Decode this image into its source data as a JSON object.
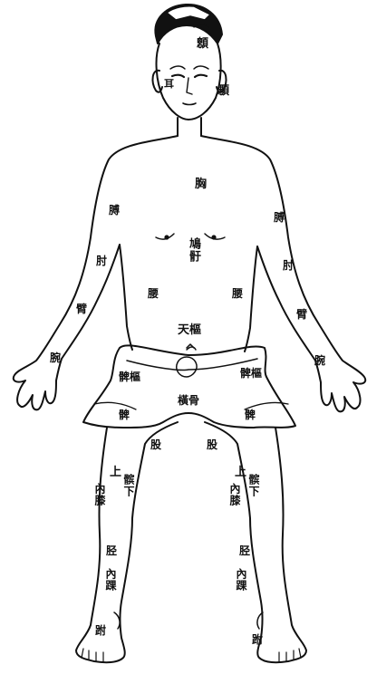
{
  "diagram": {
    "labels": {
      "forehead": "顖",
      "ear": "耳",
      "cheek": "顋",
      "chest": "胸",
      "left_upper_arm": "膊",
      "right_upper_arm": "膊",
      "left_elbow": "肘",
      "right_elbow": "肘",
      "left_forearm": "臂",
      "right_forearm": "臂",
      "left_wrist": "腕",
      "right_wrist": "腕",
      "upper_abdomen": "鳩骬",
      "left_flank": "腰",
      "right_flank": "腰",
      "navel": "天樞",
      "left_groin": "髀樞",
      "right_groin": "髀樞",
      "pubic": "橫骨",
      "left_hip": "髀",
      "right_hip": "髀",
      "left_thigh": "股",
      "right_thigh": "股",
      "left_knee_upper": "上",
      "left_knee_lower": "內膝",
      "left_knee_side": "髌下",
      "right_knee_upper": "上",
      "right_knee_lower": "內膝",
      "right_knee_side": "髌下",
      "left_shin": "胫",
      "right_shin": "胫",
      "left_ankle": "內踝",
      "right_ankle": "內踝",
      "left_foot": "跗",
      "right_foot": "跗"
    }
  },
  "colors": {
    "ink": "#111111",
    "paper": "#ffffff"
  }
}
